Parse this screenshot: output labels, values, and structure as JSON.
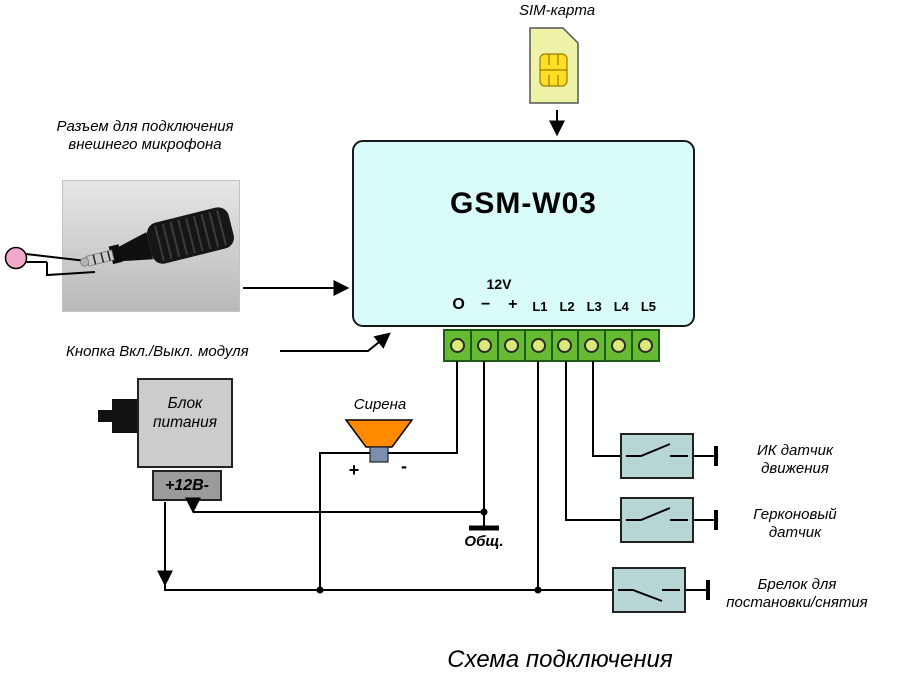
{
  "diagram_title": "Схема подключения",
  "sim": {
    "label": "SIM-карта"
  },
  "module": {
    "name": "GSM-W03",
    "voltage_label": "12V",
    "terminals": [
      "O",
      "−",
      "+",
      "L1",
      "L2",
      "L3",
      "L4",
      "L5"
    ]
  },
  "microphone": {
    "label_line1": "Разъем для подключения",
    "label_line2": "внешнего микрофона"
  },
  "power_button": {
    "label": "Кнопка Вкл./Выкл. модуля"
  },
  "power_supply": {
    "label_line1": "Блок",
    "label_line2": "питания",
    "output_label": "+12В-"
  },
  "siren": {
    "label": "Сирена",
    "plus_label": "+",
    "minus_label": "-"
  },
  "ground": {
    "label": "Общ."
  },
  "sensors": [
    {
      "label_line1": "ИК датчик",
      "label_line2": "движения"
    },
    {
      "label_line1": "Герконовый",
      "label_line2": "датчик"
    },
    {
      "label_line1": "Брелок для",
      "label_line2": "постановки/снятия"
    }
  ],
  "colors": {
    "module-fill": "#d9fbf9",
    "strip-fill": "#66bb33",
    "strip-border": "#1c5b14",
    "terminal-hole": "#d9e878",
    "sensor-fill": "#b9d6d6",
    "siren-fill": "#ff8a00",
    "siren-driver": "#7a8fb0",
    "sim-fill": "#edf2a6",
    "chip-fill": "#ffdf26",
    "psu-fill": "#cccccc",
    "psu-output-fill": "#9b9b9b",
    "mic-fill": "#f2a9c9",
    "photo-bg": "#cfcfcf",
    "wire": "#000000"
  }
}
